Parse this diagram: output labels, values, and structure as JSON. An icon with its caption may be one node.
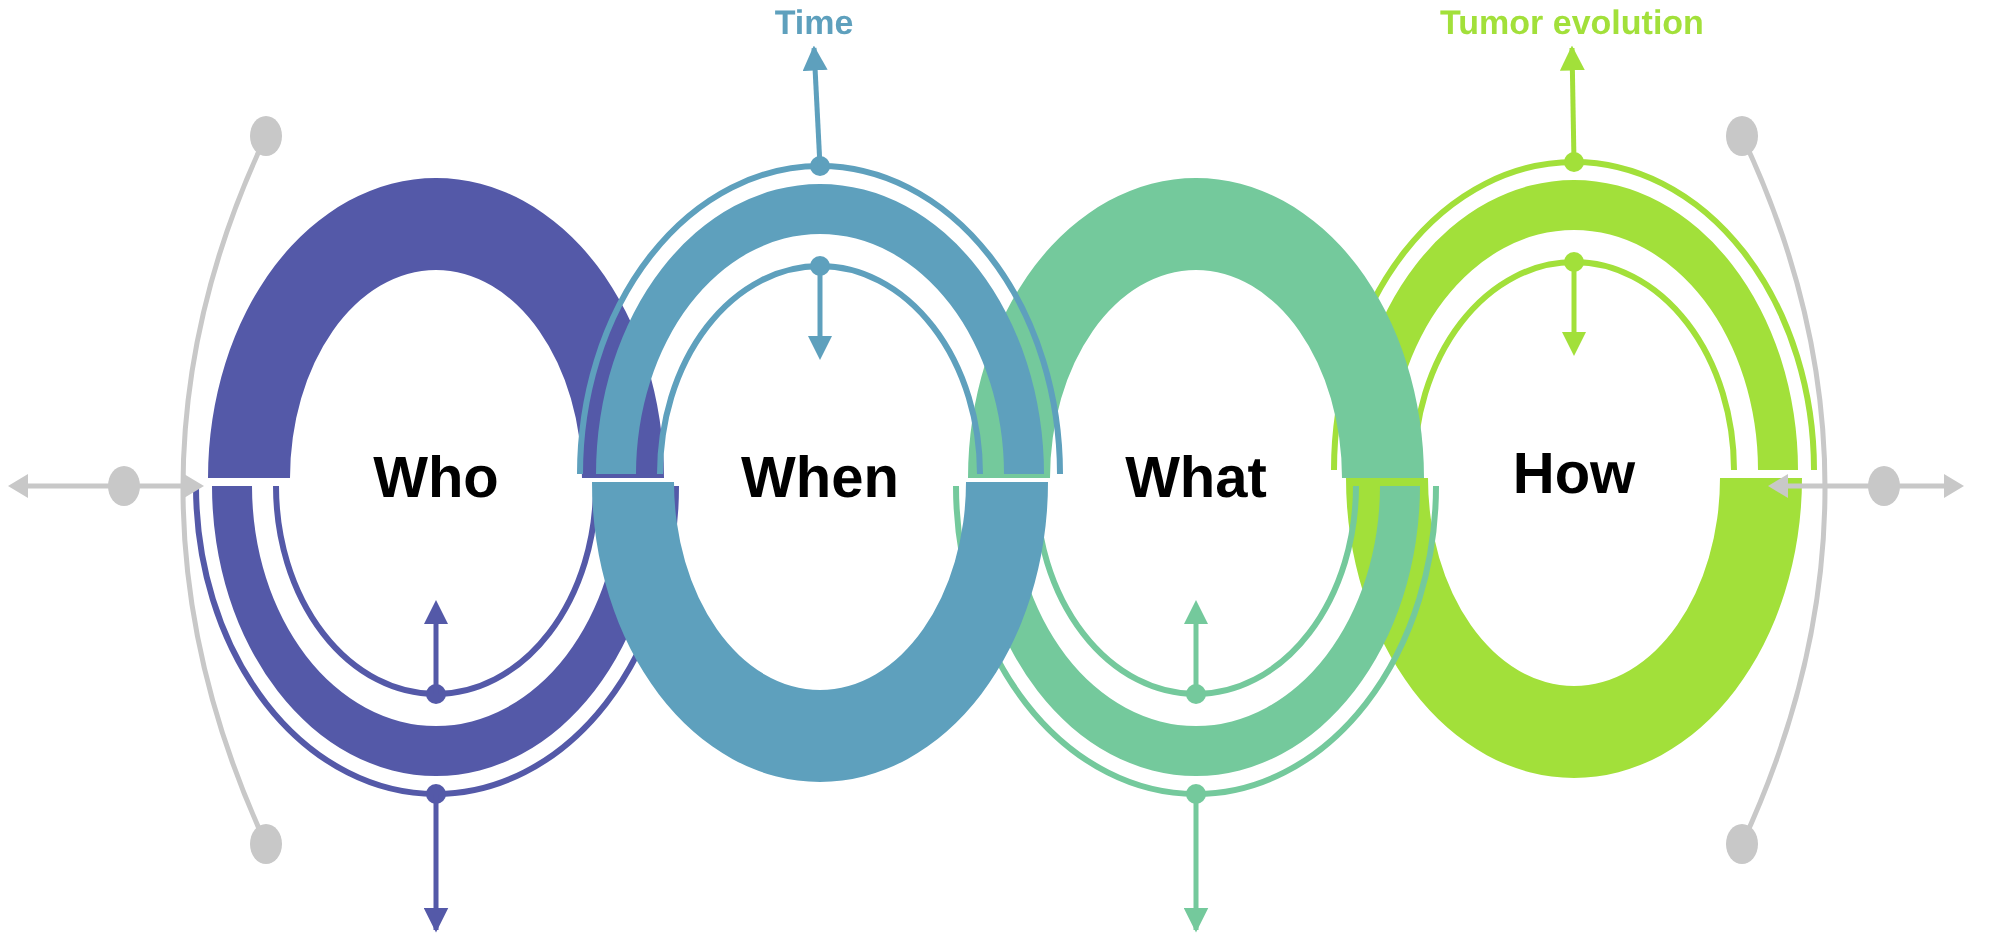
{
  "diagram": {
    "nodes": [
      {
        "text": [
          "Who"
        ]
      },
      {
        "text": [
          "When"
        ]
      },
      {
        "text": [
          "What"
        ]
      },
      {
        "text": [
          "How"
        ]
      },
      {
        "text": [
          "Time"
        ]
      },
      {
        "text": [
          "Tumor evolution"
        ]
      }
    ],
    "edges": [
      {
        "from": 1,
        "to": 4,
        "arrow": "to",
        "color": "#5ea0bd"
      },
      {
        "from": 3,
        "to": 5,
        "arrow": "to",
        "color": "#a2e03a"
      },
      {
        "from": 0,
        "to": null,
        "arrow": "to",
        "color": "#5459a8"
      },
      {
        "from": 2,
        "to": null,
        "arrow": "to",
        "color": "#74c99c"
      }
    ]
  }
}
